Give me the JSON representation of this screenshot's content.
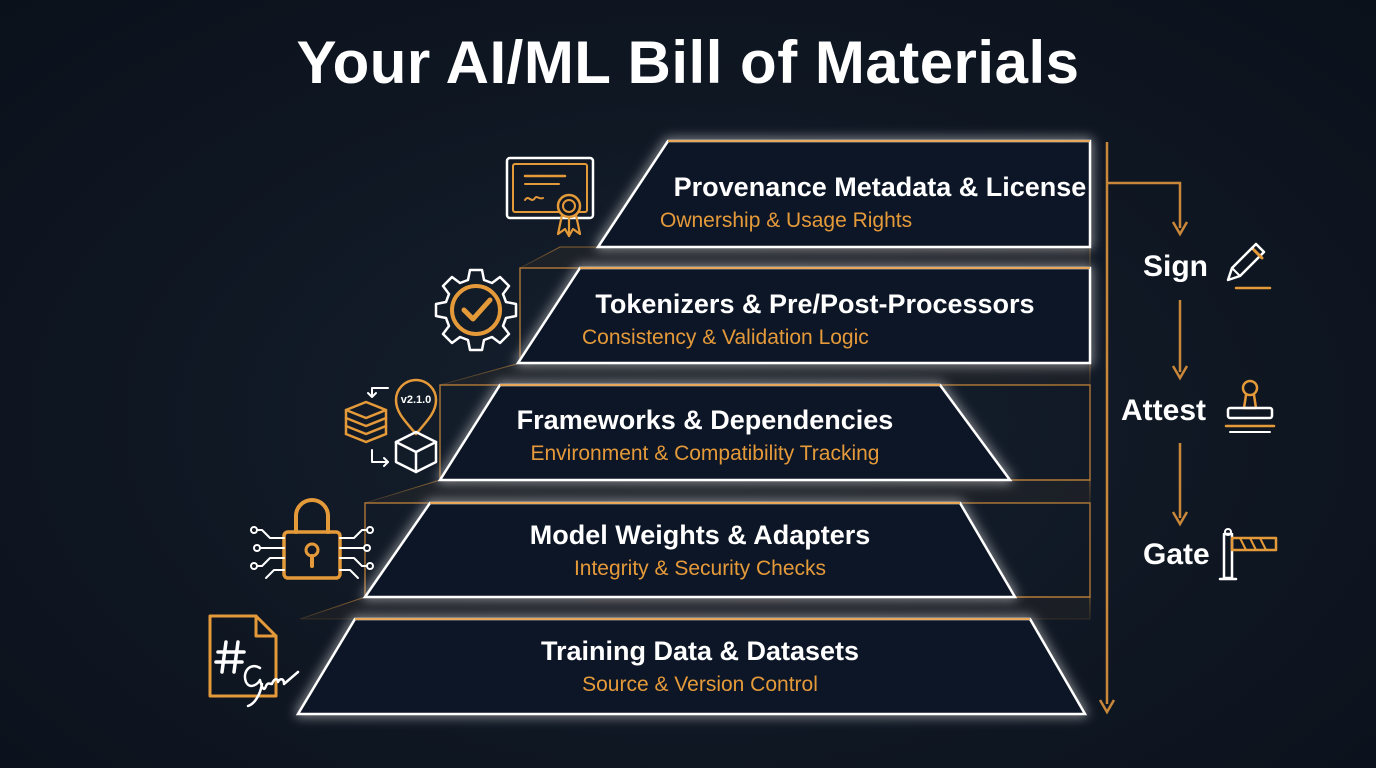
{
  "title": "Your AI/ML Bill of Materials",
  "layers": [
    {
      "title": "Provenance Metadata & License",
      "subtitle": "Ownership & Usage Rights",
      "icon": "certificate-icon"
    },
    {
      "title": "Tokenizers & Pre/Post-Processors",
      "subtitle": "Consistency & Validation Logic",
      "icon": "gear-check-icon"
    },
    {
      "title": "Frameworks & Dependencies",
      "subtitle": "Environment & Compatibility Tracking",
      "icon": "dependency-stack-icon"
    },
    {
      "title": "Model Weights & Adapters",
      "subtitle": "Integrity & Security Checks",
      "icon": "circuit-lock-icon"
    },
    {
      "title": "Training Data & Datasets",
      "subtitle": "Source & Version Control",
      "icon": "signed-hash-file-icon"
    }
  ],
  "version_tag": "v2.1.0",
  "steps": [
    {
      "label": "Sign",
      "icon": "pen-icon"
    },
    {
      "label": "Attest",
      "icon": "stamp-icon"
    },
    {
      "label": "Gate",
      "icon": "gate-barrier-icon"
    }
  ],
  "colors": {
    "background": "#0e1521",
    "accent": "#e59a3a",
    "text": "#ffffff"
  }
}
